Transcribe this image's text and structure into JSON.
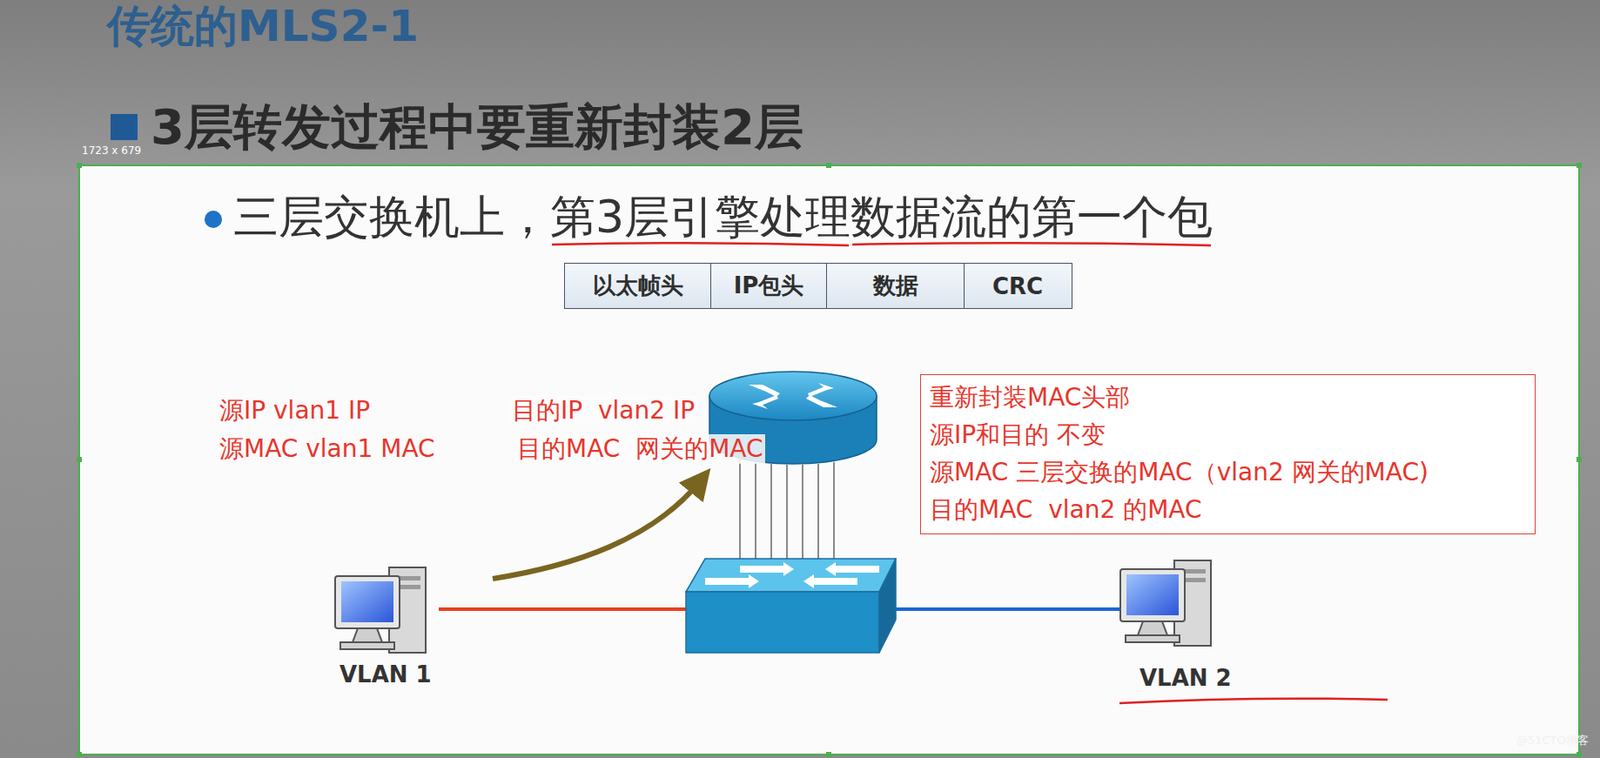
{
  "diagram": {
    "title": "传统的MLS2-1",
    "nodes": [
      {
        "text": [
          "以太帧头"
        ]
      },
      {
        "text": [
          "IP包头"
        ]
      },
      {
        "text": [
          "数据"
        ]
      },
      {
        "text": [
          "CRC"
        ]
      },
      {
        "text": [
          "重新封装MAC头部",
          "源IP和目的 不变",
          "源MAC 三层交换的MAC（vlan2 网关的MAC)",
          "目的MAC  vlan2 的MAC"
        ]
      }
    ],
    "labels": [
      "1723 x 679",
      "3层转发过程中要重新封装2层",
      "三层交换机上，第3层引擎处理数据流的第一个包",
      "源IP vlan1 IP",
      "源MAC vlan1 MAC",
      "目的IP  vlan2 IP",
      "目的MAC  网关的MAC",
      "VLAN 1",
      "VLAN 2",
      "@51CTO博客"
    ]
  }
}
